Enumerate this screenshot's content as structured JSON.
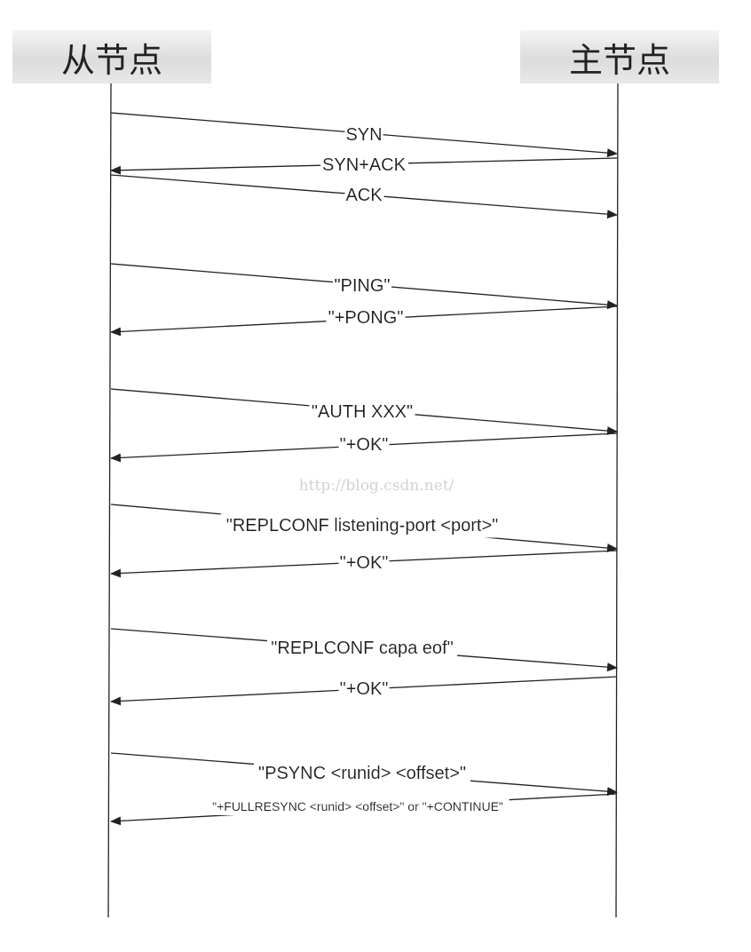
{
  "nodes": {
    "slave": {
      "label": "从节点"
    },
    "master": {
      "label": "主节点"
    }
  },
  "watermark": "http://blog.csdn.net/",
  "messages": [
    {
      "label": "SYN",
      "direction": "slave-to-master"
    },
    {
      "label": "SYN+ACK",
      "direction": "master-to-slave"
    },
    {
      "label": "ACK",
      "direction": "slave-to-master"
    },
    {
      "label": "\"PING\"",
      "direction": "slave-to-master"
    },
    {
      "label": "\"+PONG\"",
      "direction": "master-to-slave"
    },
    {
      "label": "\"AUTH XXX\"",
      "direction": "slave-to-master"
    },
    {
      "label": "\"+OK\"",
      "direction": "master-to-slave"
    },
    {
      "label": "\"REPLCONF listening-port <port>\"",
      "direction": "slave-to-master"
    },
    {
      "label": "\"+OK\"",
      "direction": "master-to-slave"
    },
    {
      "label": "\"REPLCONF capa eof\"",
      "direction": "slave-to-master"
    },
    {
      "label": "\"+OK\"",
      "direction": "master-to-slave"
    },
    {
      "label": "\"PSYNC <runid> <offset>\"",
      "direction": "slave-to-master"
    },
    {
      "label": "\"+FULLRESYNC <runid> <offset>\" or \"+CONTINUE\"",
      "direction": "master-to-slave"
    }
  ]
}
